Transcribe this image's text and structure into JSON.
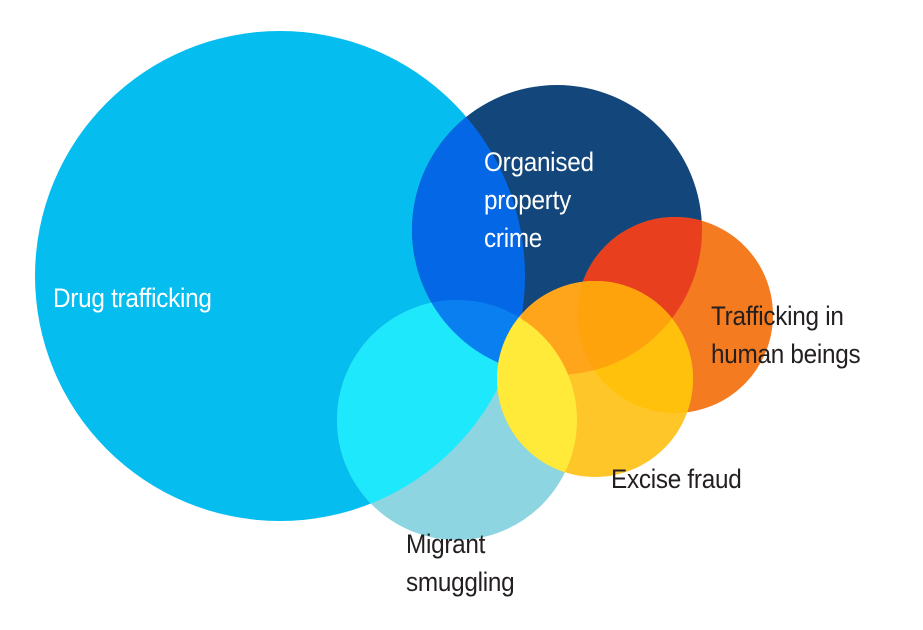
{
  "diagram": {
    "circles": [
      {
        "id": "drug",
        "label": "Drug trafficking",
        "color": "#06BDEF"
      },
      {
        "id": "migrant",
        "label_lines": [
          "Migrant",
          "smuggling"
        ],
        "color": "#8DD5E0"
      },
      {
        "id": "navy",
        "label_lines": [
          "Organised",
          "property",
          "crime"
        ],
        "color": "#13467A"
      },
      {
        "id": "orange",
        "label_lines": [
          "Trafficking in",
          "human beings"
        ],
        "color": "#F47B20"
      },
      {
        "id": "excise",
        "label": "Excise fraud",
        "color": "#FFC629"
      }
    ],
    "overlap_colors": {
      "drug_navy": "#0468E6",
      "drug_migrant": "#1EE8FC",
      "navy_migrant": "#0A80F0",
      "navy_orange": "#E8401F",
      "excise_navy": "#FFA51C",
      "excise_drug": "#FFB83A",
      "excise_orange": "#FFC10B",
      "excise_navy_orange": "#FFA30C",
      "excise_migrant": "#FFEA3A"
    }
  }
}
